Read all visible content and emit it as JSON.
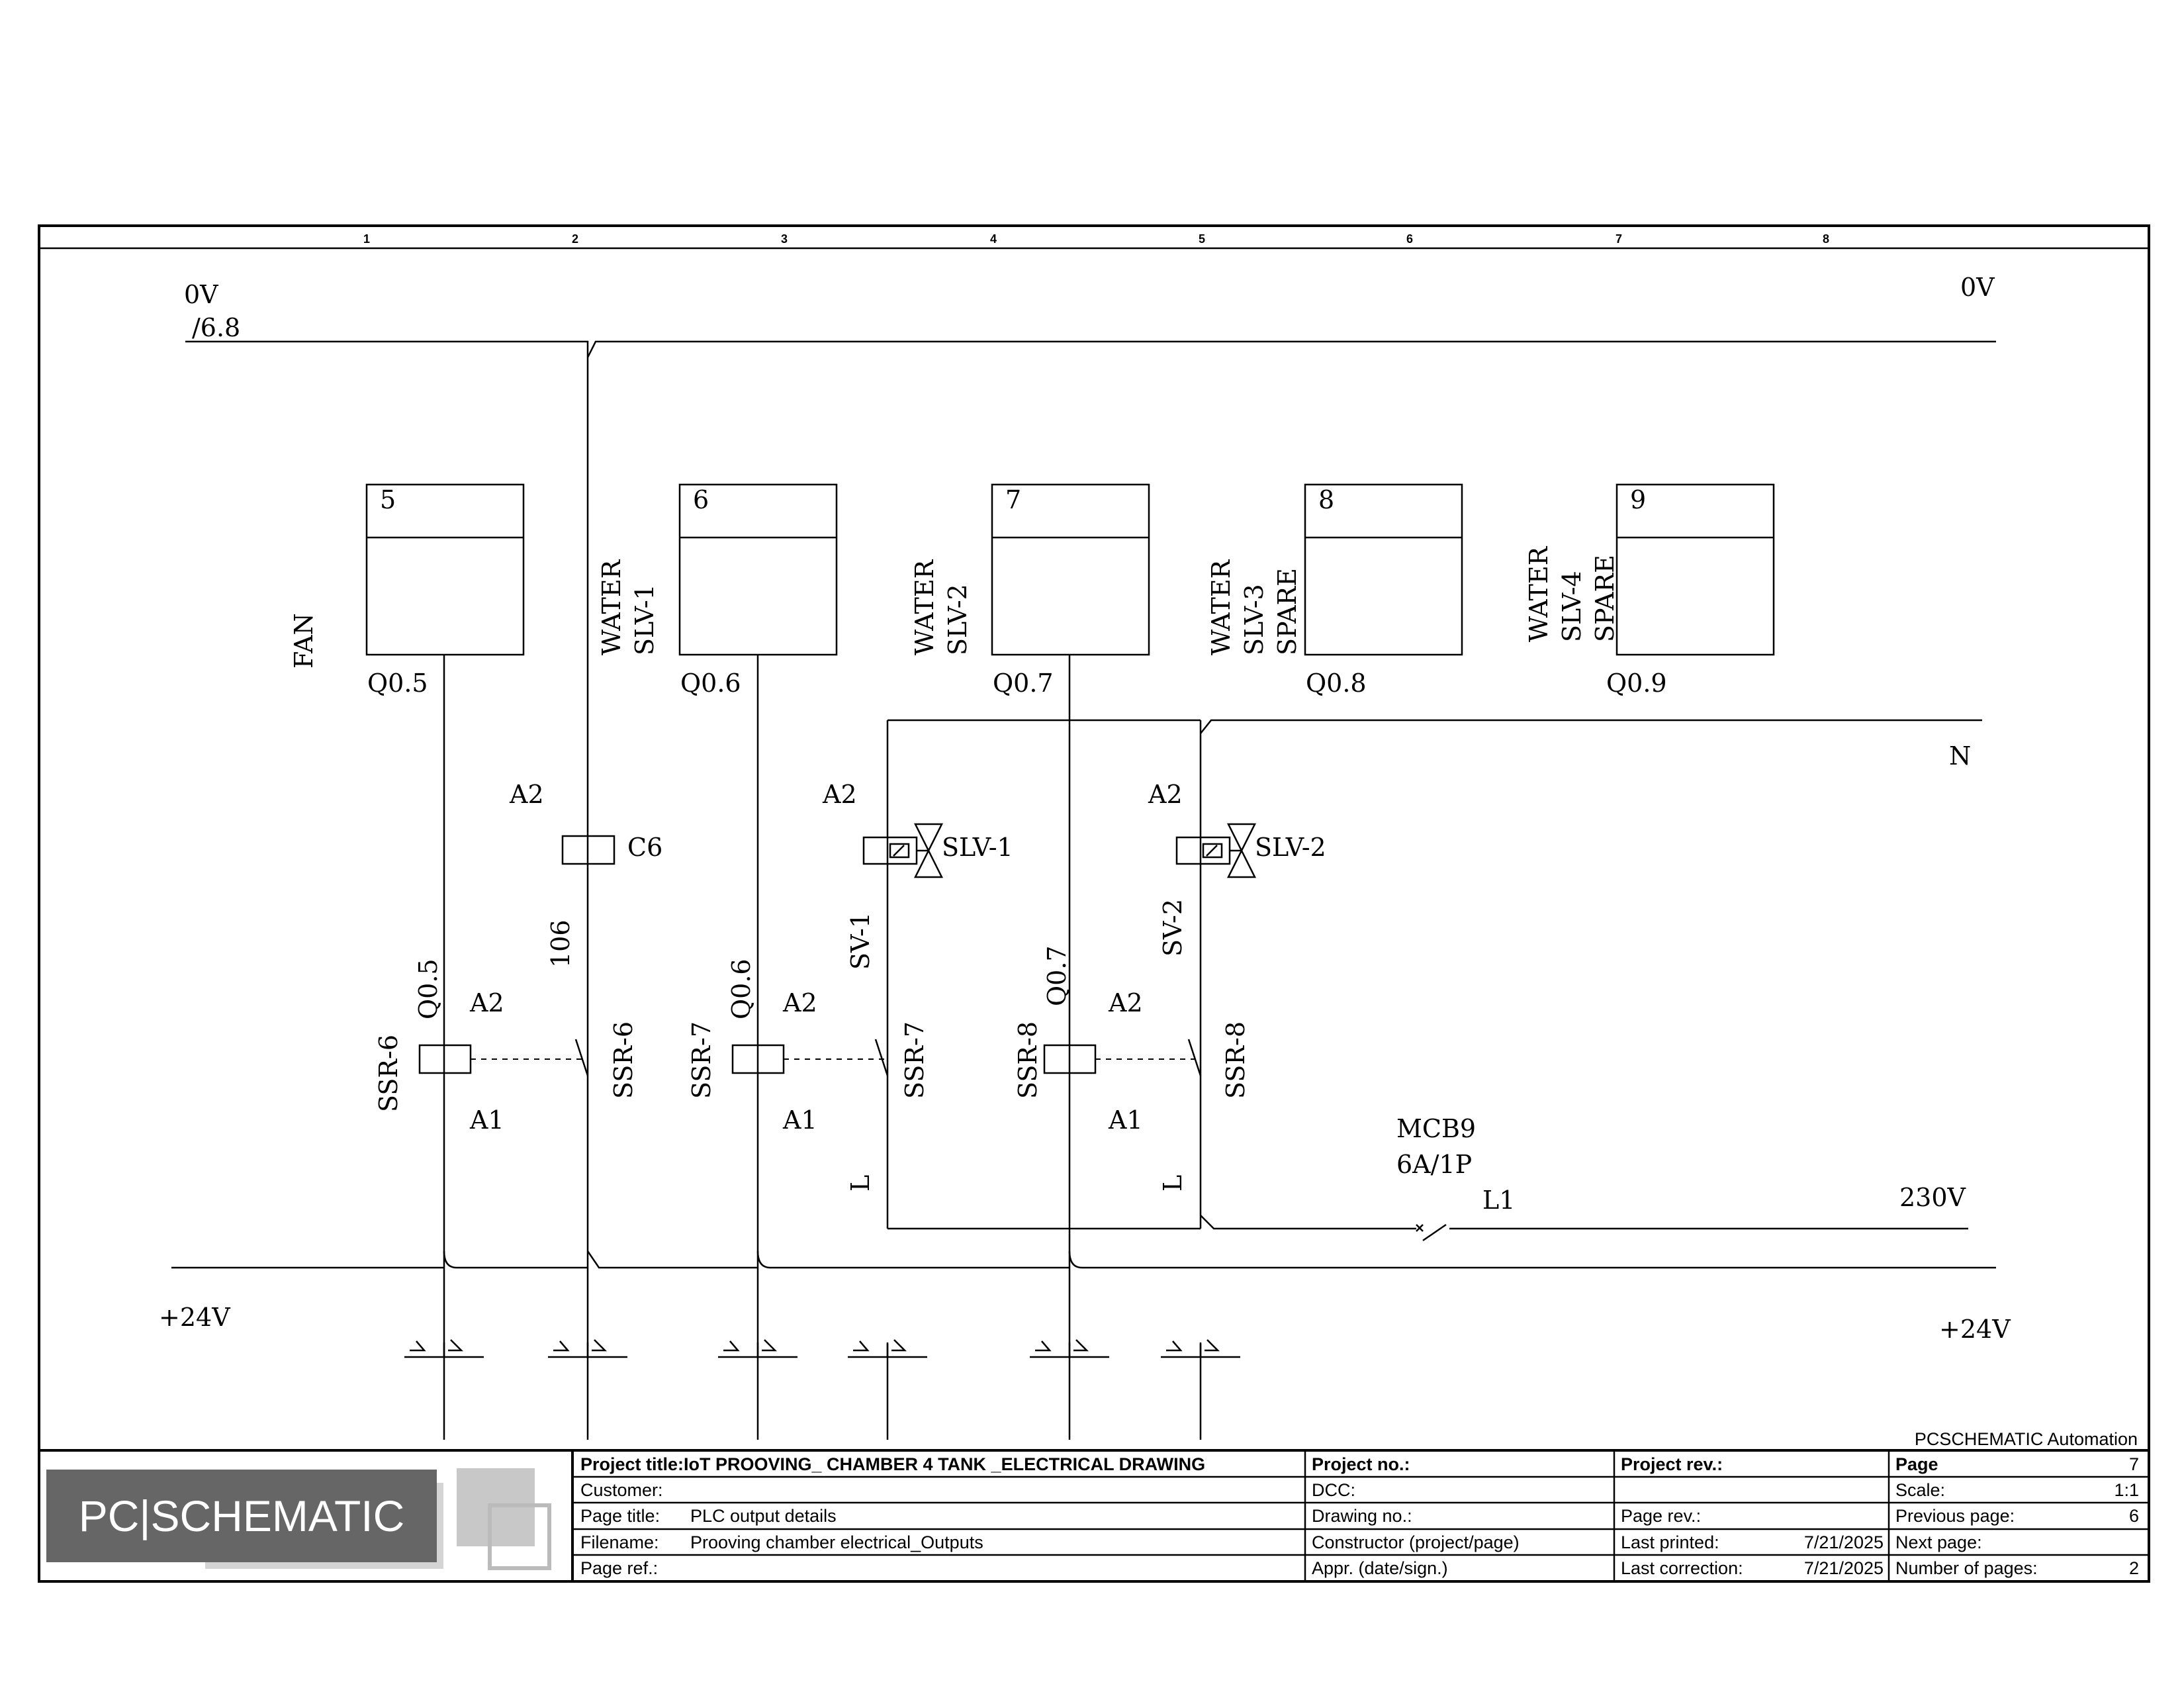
{
  "ruler": [
    "1",
    "2",
    "3",
    "4",
    "5",
    "6",
    "7",
    "8"
  ],
  "rails": {
    "zero_v_left": "0V",
    "zero_v_ref": "/6.8",
    "zero_v_right": "0V",
    "neutral": "N",
    "p24_left": "+24V",
    "p24_right": "+24V",
    "line_230": "230V",
    "l1": "L1"
  },
  "plc_outputs": [
    {
      "number": "5",
      "address": "Q0.5",
      "desc": [
        "FAN"
      ]
    },
    {
      "number": "6",
      "address": "Q0.6",
      "desc": [
        "WATER",
        "SLV-1"
      ]
    },
    {
      "number": "7",
      "address": "Q0.7",
      "desc": [
        "WATER",
        "SLV-2"
      ]
    },
    {
      "number": "8",
      "address": "Q0.8",
      "desc": [
        "WATER",
        "SLV-3",
        "SPARE"
      ]
    },
    {
      "number": "9",
      "address": "Q0.9",
      "desc": [
        "WATER",
        "SLV-4",
        "SPARE"
      ]
    }
  ],
  "components": {
    "c6": "C6",
    "slv1": "SLV-1",
    "slv2": "SLV-2",
    "a1": "A1",
    "a2": "A2",
    "wire106": "106",
    "sv1": "SV-1",
    "sv2": "SV-2",
    "l": "L",
    "ssr6": "SSR-6",
    "ssr7": "SSR-7",
    "ssr8": "SSR-8",
    "q05": "Q0.5",
    "q06": "Q0.6",
    "q07": "Q0.7",
    "mcb_name": "MCB9",
    "mcb_rating": "6A/1P"
  },
  "title_block": {
    "company": "PCSCHEMATIC Automation",
    "logo": "PC|SCHEMATIC",
    "project_title": "Project title:IoT PROOVING_ CHAMBER 4 TANK _ELECTRICAL DRAWING",
    "customer": "Customer:",
    "page_title_label": "Page title:",
    "page_title": "PLC  output details",
    "filename_label": "Filename:",
    "filename": "Prooving chamber electrical_Outputs",
    "page_ref": "Page ref.:",
    "project_no": "Project no.:",
    "dcc": "DCC:",
    "drawing_no": "Drawing no.:",
    "constructor": "Constructor (project/page)",
    "appr": "Appr. (date/sign.)",
    "project_rev": "Project rev.:",
    "page_rev": "Page rev.:",
    "last_printed_label": "Last printed:",
    "last_printed": "7/21/2025",
    "last_correction_label": "Last correction:",
    "last_correction": "7/21/2025",
    "page_label": "Page",
    "page": "7",
    "scale_label": "Scale:",
    "scale": "1:1",
    "prev_label": "Previous page:",
    "prev": "6",
    "next_label": "Next page:",
    "pages_label": "Number of pages:",
    "pages": "2"
  }
}
